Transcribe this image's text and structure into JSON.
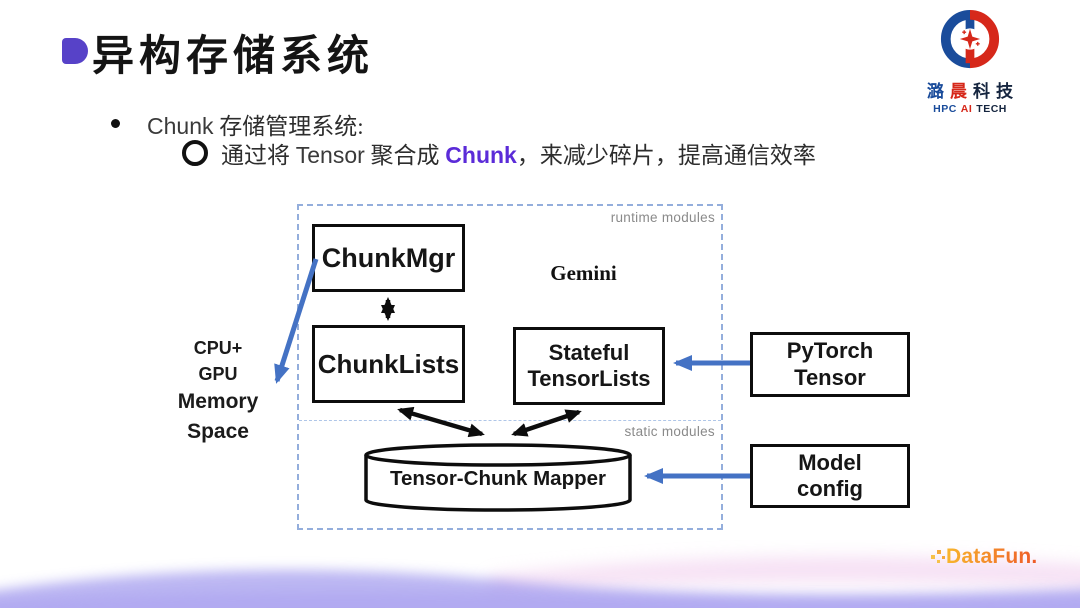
{
  "slide": {
    "title": "异构存储系统",
    "bullet1": {
      "term": "Chunk",
      "rest": " 存储管理系统:"
    },
    "bullet2": {
      "seg1": "通过将 ",
      "seg2": "Tensor",
      "seg3": " 聚合成 ",
      "seg4": "Chunk",
      "seg5": "，来减少碎片，提高通信效率"
    }
  },
  "logo": {
    "char1": "潞",
    "char2": "晨",
    "char3": "科",
    "char4": "技",
    "sub1": "HPC",
    "sub2": "AI",
    "sub3": "TECH"
  },
  "diagram": {
    "runtime_label": "runtime modules",
    "static_label": "static modules",
    "gemini": "Gemini",
    "chunkmgr": "ChunkMgr",
    "chunklists": "ChunkLists",
    "stateful_line1": "Stateful",
    "stateful_line2": "TensorLists",
    "pytorch_line1": "PyTorch",
    "pytorch_line2": "Tensor",
    "model_line1": "Model",
    "model_line2": "config",
    "mapper": "Tensor-Chunk Mapper",
    "memory": {
      "l1": "CPU+",
      "l2": "GPU",
      "l3": "Memory",
      "l4": "Space"
    }
  },
  "footer": {
    "brand": "DataFun."
  },
  "colors": {
    "accent_purple": "#5742C8",
    "chunk_highlight": "#5B2BD8",
    "arrow_blue": "#4472C4",
    "dashed_border": "#94AEDC",
    "zone_label_gray": "#8A8A8A",
    "logo_blue": "#1A4C9B",
    "logo_red": "#D6281A",
    "datafun_gradient_start": "#F8B62D",
    "datafun_gradient_end": "#EE5A28"
  }
}
